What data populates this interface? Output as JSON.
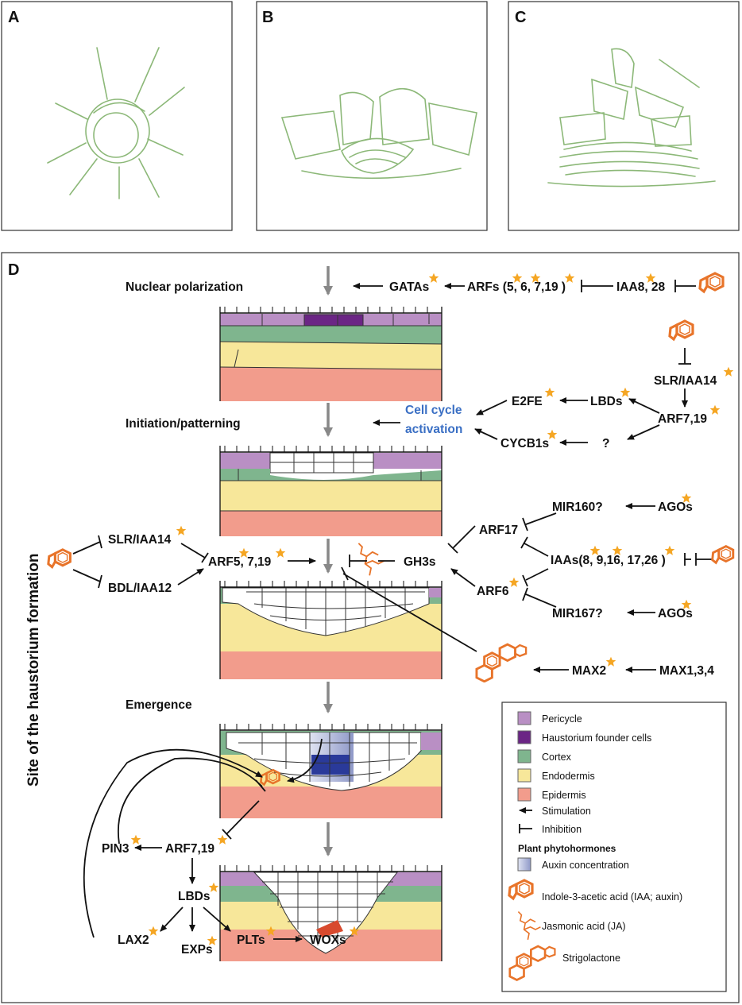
{
  "panels": {
    "a": "A",
    "b": "B",
    "c": "C",
    "d": "D"
  },
  "side_title": "Site of the haustorium formation",
  "stages": {
    "nuclear": "Nuclear polarization",
    "initiation": "Initiation/patterning",
    "emergence": "Emergence"
  },
  "genes": {
    "gatas": "GATAs",
    "arfs": "ARFs (5, 6, 7,19 )",
    "iaa8": "IAA8, 28",
    "slr_iaa14_r": "SLR/IAA14",
    "arf7_19": "ARF7,19",
    "lbds": "LBDs",
    "e2fe": "E2FE",
    "cycb1s": "CYCB1s",
    "q": "?",
    "cell_cycle_1": "Cell cycle",
    "cell_cycle_2": "activation",
    "mir160": "MIR160?",
    "agos_1": "AGOs",
    "arf17": "ARF17",
    "iaas": "IAAs(8, 9,16, 17,26 )",
    "arf6": "ARF6",
    "mir167": "MIR167?",
    "agos_2": "AGOs",
    "gh3s": "GH3s",
    "slr_iaa14_l": "SLR/IAA14",
    "bdl_iaa12": "BDL/IAA12",
    "arf5_7_19": "ARF5, 7,19",
    "max2": "MAX2",
    "max134": "MAX1,3,4",
    "pin3": "PIN3",
    "arf7_19_b": "ARF7,19",
    "lbds_b": "LBDs",
    "lax2": "LAX2",
    "exps": "EXPs",
    "plts": "PLTs",
    "woxs": "WOXs"
  },
  "legend": {
    "items": [
      {
        "label": "Pericycle",
        "color": "#b98fc4"
      },
      {
        "label": "Haustorium founder cells",
        "color": "#6b2585"
      },
      {
        "label": "Cortex",
        "color": "#7fb58e"
      },
      {
        "label": "Endodermis",
        "color": "#f7e79a"
      },
      {
        "label": "Epidermis",
        "color": "#f29c8c"
      }
    ],
    "stimulation": "Stimulation",
    "inhibition": "Inhibition",
    "hormones_title": "Plant phytohormones",
    "auxin": "Auxin concentration",
    "iaa": "Indole-3-acetic acid (IAA; auxin)",
    "ja": "Jasmonic acid (JA)",
    "sl": "Strigolactone"
  },
  "colors": {
    "star": "#f5a623",
    "hormone": "#e8742a",
    "sketch": "#8cb878",
    "blue_text": "#3a6fc4",
    "auxin_dark": "#2a3a9a"
  }
}
